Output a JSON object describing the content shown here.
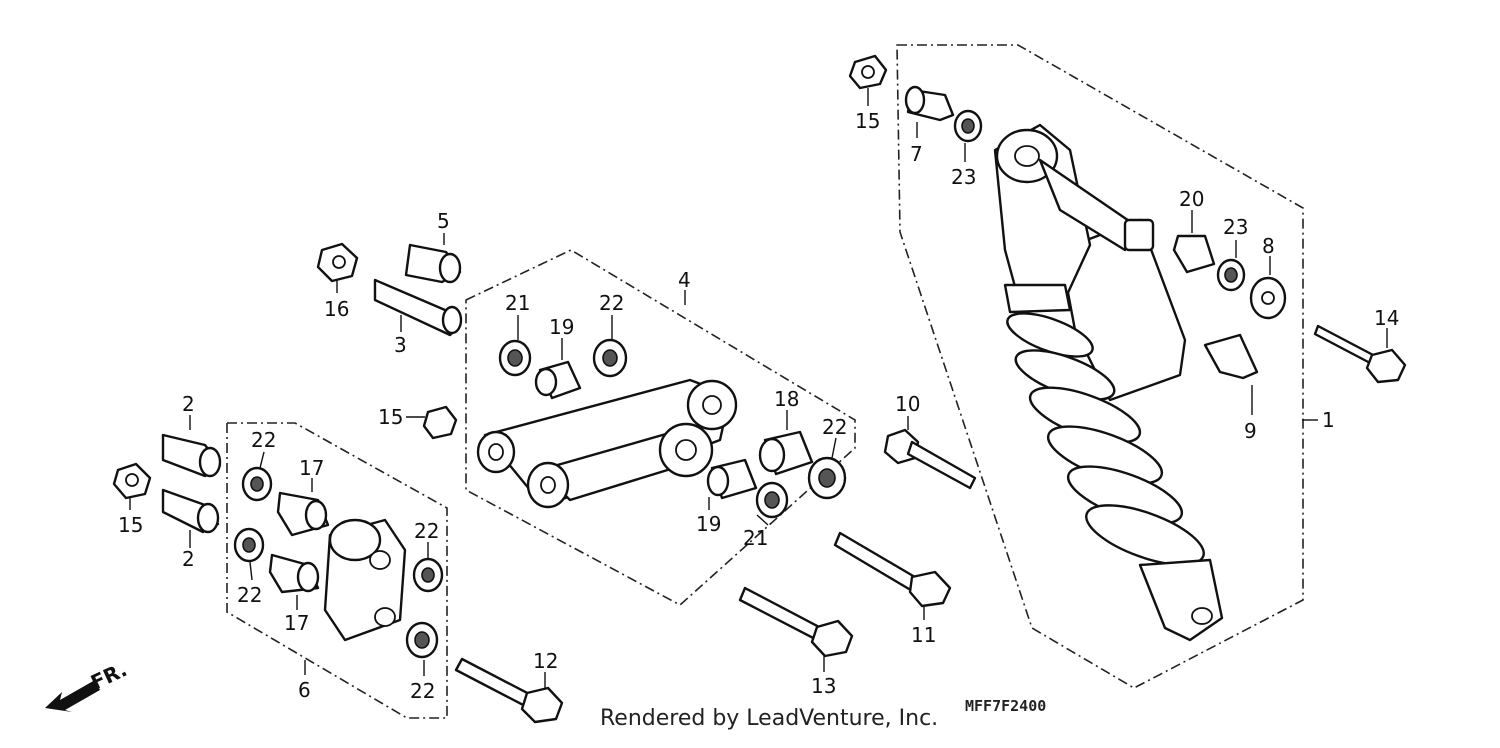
{
  "diagram_code": "MFF7F2400",
  "footer": "Rendered by LeadVenture, Inc.",
  "direction_label": "FR.",
  "callouts": [
    {
      "id": "c1",
      "label": "1"
    },
    {
      "id": "c2a",
      "label": "2"
    },
    {
      "id": "c2b",
      "label": "2"
    },
    {
      "id": "c3",
      "label": "3"
    },
    {
      "id": "c4",
      "label": "4"
    },
    {
      "id": "c5",
      "label": "5"
    },
    {
      "id": "c6",
      "label": "6"
    },
    {
      "id": "c7",
      "label": "7"
    },
    {
      "id": "c8",
      "label": "8"
    },
    {
      "id": "c9",
      "label": "9"
    },
    {
      "id": "c10",
      "label": "10"
    },
    {
      "id": "c11",
      "label": "11"
    },
    {
      "id": "c12",
      "label": "12"
    },
    {
      "id": "c13",
      "label": "13"
    },
    {
      "id": "c14",
      "label": "14"
    },
    {
      "id": "c15a",
      "label": "15"
    },
    {
      "id": "c15b",
      "label": "15"
    },
    {
      "id": "c15c",
      "label": "15"
    },
    {
      "id": "c16",
      "label": "16"
    },
    {
      "id": "c17a",
      "label": "17"
    },
    {
      "id": "c17b",
      "label": "17"
    },
    {
      "id": "c18",
      "label": "18"
    },
    {
      "id": "c19a",
      "label": "19"
    },
    {
      "id": "c19b",
      "label": "19"
    },
    {
      "id": "c20",
      "label": "20"
    },
    {
      "id": "c21a",
      "label": "21"
    },
    {
      "id": "c21b",
      "label": "21"
    },
    {
      "id": "c22a",
      "label": "22"
    },
    {
      "id": "c22b",
      "label": "22"
    },
    {
      "id": "c22c",
      "label": "22"
    },
    {
      "id": "c22d",
      "label": "22"
    },
    {
      "id": "c22e",
      "label": "22"
    },
    {
      "id": "c22f",
      "label": "22"
    },
    {
      "id": "c23a",
      "label": "23"
    },
    {
      "id": "c23b",
      "label": "23"
    }
  ]
}
